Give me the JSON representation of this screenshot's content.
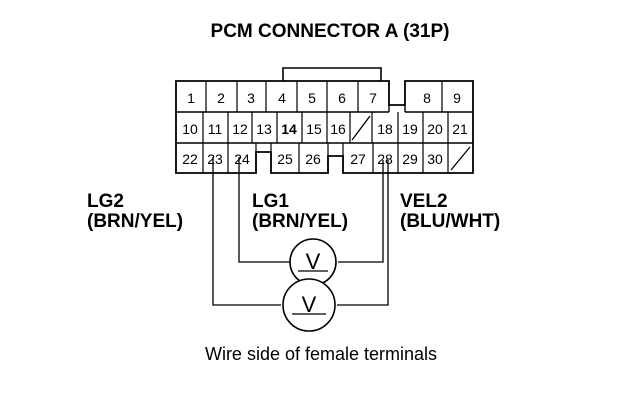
{
  "title": "PCM CONNECTOR A (31P)",
  "connector": {
    "rows": [
      [
        "1",
        "2",
        "3",
        "4",
        "5",
        "6",
        "7",
        "",
        "8",
        "9"
      ],
      [
        "10",
        "11",
        "12",
        "13",
        "14",
        "15",
        "16",
        "",
        "18",
        "19",
        "20",
        "21"
      ],
      [
        "22",
        "23",
        "24",
        "",
        "25",
        "26",
        "",
        "27",
        "28",
        "29",
        "30",
        ""
      ]
    ]
  },
  "labels": {
    "lg2": {
      "name": "LG2",
      "color": "(BRN/YEL)"
    },
    "lg1": {
      "name": "LG1",
      "color": "(BRN/YEL)"
    },
    "vel2": {
      "name": "VEL2",
      "color": "(BLU/WHT)"
    }
  },
  "meter_symbol": "V",
  "caption": "Wire side of female terminals"
}
